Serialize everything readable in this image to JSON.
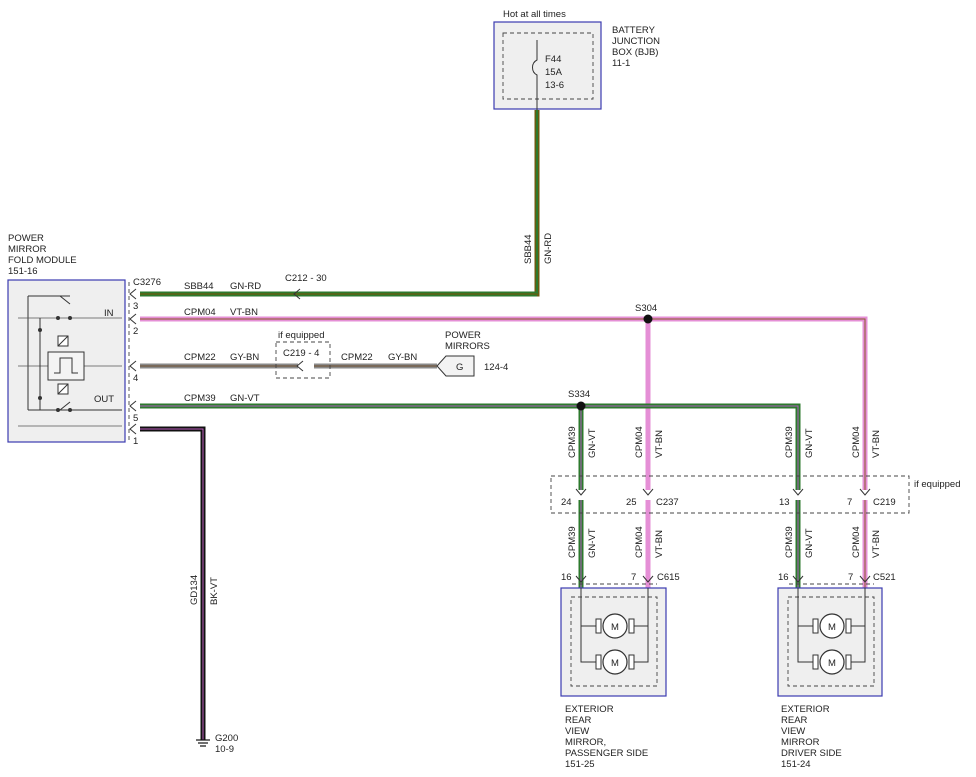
{
  "bjb": {
    "hot_label": "Hot at all times",
    "title": [
      "BATTERY",
      "JUNCTION",
      "BOX (BJB)"
    ],
    "ref": "11-1",
    "fuse": [
      "F44",
      "15A",
      "13-6"
    ]
  },
  "fold_module": {
    "title": [
      "POWER",
      "MIRROR",
      "FOLD MODULE"
    ],
    "ref": "151-16",
    "connector": "C3276",
    "in_label": "IN",
    "out_label": "OUT",
    "pins": [
      "3",
      "2",
      "4",
      "5",
      "1"
    ]
  },
  "wires": {
    "sbb44": {
      "circuit": "SBB44",
      "color": "GN-RD",
      "connector": "C212 - 30"
    },
    "cpm04": {
      "circuit": "CPM04",
      "color": "VT-BN"
    },
    "cpm22": {
      "circuit": "CPM22",
      "color": "GY-BN",
      "if_equipped": "if equipped",
      "connector": "C219 - 4"
    },
    "cpm39": {
      "circuit": "CPM39",
      "color": "GN-VT"
    },
    "gd134": {
      "circuit": "GD134",
      "color": "BK-VT"
    }
  },
  "power_mirrors": {
    "title": [
      "POWER",
      "MIRRORS"
    ],
    "ref": "124-4",
    "symbol": "G"
  },
  "splices": {
    "s304": "S304",
    "s334": "S334"
  },
  "inline_connectors": {
    "if_equipped": "if equipped",
    "c237": "C237",
    "c219": "C219",
    "c237_pins": [
      "24",
      "25"
    ],
    "c219_pins": [
      "13",
      "7"
    ]
  },
  "passenger_mirror": {
    "connector": "C615",
    "pins": [
      "16",
      "7"
    ],
    "title": [
      "EXTERIOR",
      "REAR",
      "VIEW",
      "MIRROR,",
      "PASSENGER SIDE"
    ],
    "ref": "151-25",
    "motor": "M"
  },
  "driver_mirror": {
    "connector": "C521",
    "pins": [
      "16",
      "7"
    ],
    "title": [
      "EXTERIOR",
      "REAR",
      "VIEW",
      "MIRROR",
      "DRIVER SIDE"
    ],
    "ref": "151-24",
    "motor": "M"
  },
  "ground": {
    "id": "G200",
    "ref": "10-9"
  },
  "colors": {
    "gn_rd_base": "#2d7a2d",
    "gn_rd_stripe": "#d23b2b",
    "olive": "#6b5a10",
    "vt_bn_base": "#e58fd6",
    "vt_bn_stripe": "#8b5a2b",
    "gn_vt_base": "#2d7a2d",
    "gn_vt_stripe": "#b060c0",
    "gy_bn_base": "#8a8a8a",
    "gy_bn_stripe": "#6b4a2b",
    "bk_vt_base": "#111111",
    "bk_vt_stripe": "#c060c0",
    "module_border": "#3b3bb0"
  }
}
